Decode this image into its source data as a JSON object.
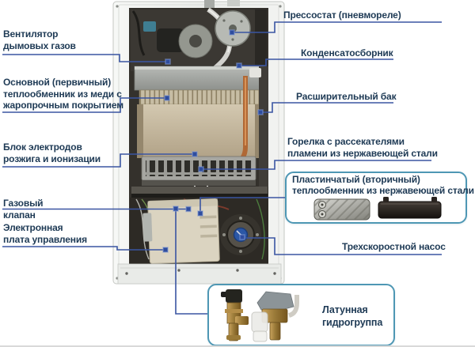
{
  "diagram_title": "Gas boiler internal components (labeled)",
  "colors": {
    "label_text": "#1e3a55",
    "leader_line": "#3a55a2",
    "marker": "#2f4d9e",
    "callout_border": "#4e97b4",
    "background": "#ffffff"
  },
  "labels": {
    "fan": {
      "l1": "Вентилятор",
      "l2": "дымовых газов"
    },
    "primary_hx": {
      "l1": "Основной (первичный)",
      "l2": "теплообменник из меди с",
      "l3": "жаропрочным покрытием"
    },
    "electrodes": {
      "l1": "Блок электродов",
      "l2": "розжига и ионизации"
    },
    "gas_valve": {
      "l1": "Газовый",
      "l2": "клапан"
    },
    "control_board": {
      "l1": "Электронная",
      "l2": "плата управления"
    },
    "pressostat": {
      "l1": "Прессостат (пневмореле)"
    },
    "condensate": {
      "l1": "Конденсатосборник"
    },
    "expansion_tank": {
      "l1": "Расширительный бак"
    },
    "burner": {
      "l1": "Горелка с рассекателями",
      "l2": "пламени из нержавеющей стали"
    },
    "plate_hx": {
      "l1": "Пластинчатый (вторичный)",
      "l2": "теплообменник из нержавеющей стали"
    },
    "pump": {
      "l1": "Трехскоростной насос"
    },
    "hydro_group": {
      "l1": "Латунная",
      "l2": "гидрогруппа"
    }
  },
  "images": {
    "boiler_photo": "open-wall-hung-gas-boiler-internals",
    "plate_hx_photos": [
      "stainless-plate-heat-exchanger",
      "plate-heat-exchanger-dark"
    ],
    "hydro_photos": [
      "brass-safety-valve",
      "brass-three-way-valve"
    ]
  }
}
